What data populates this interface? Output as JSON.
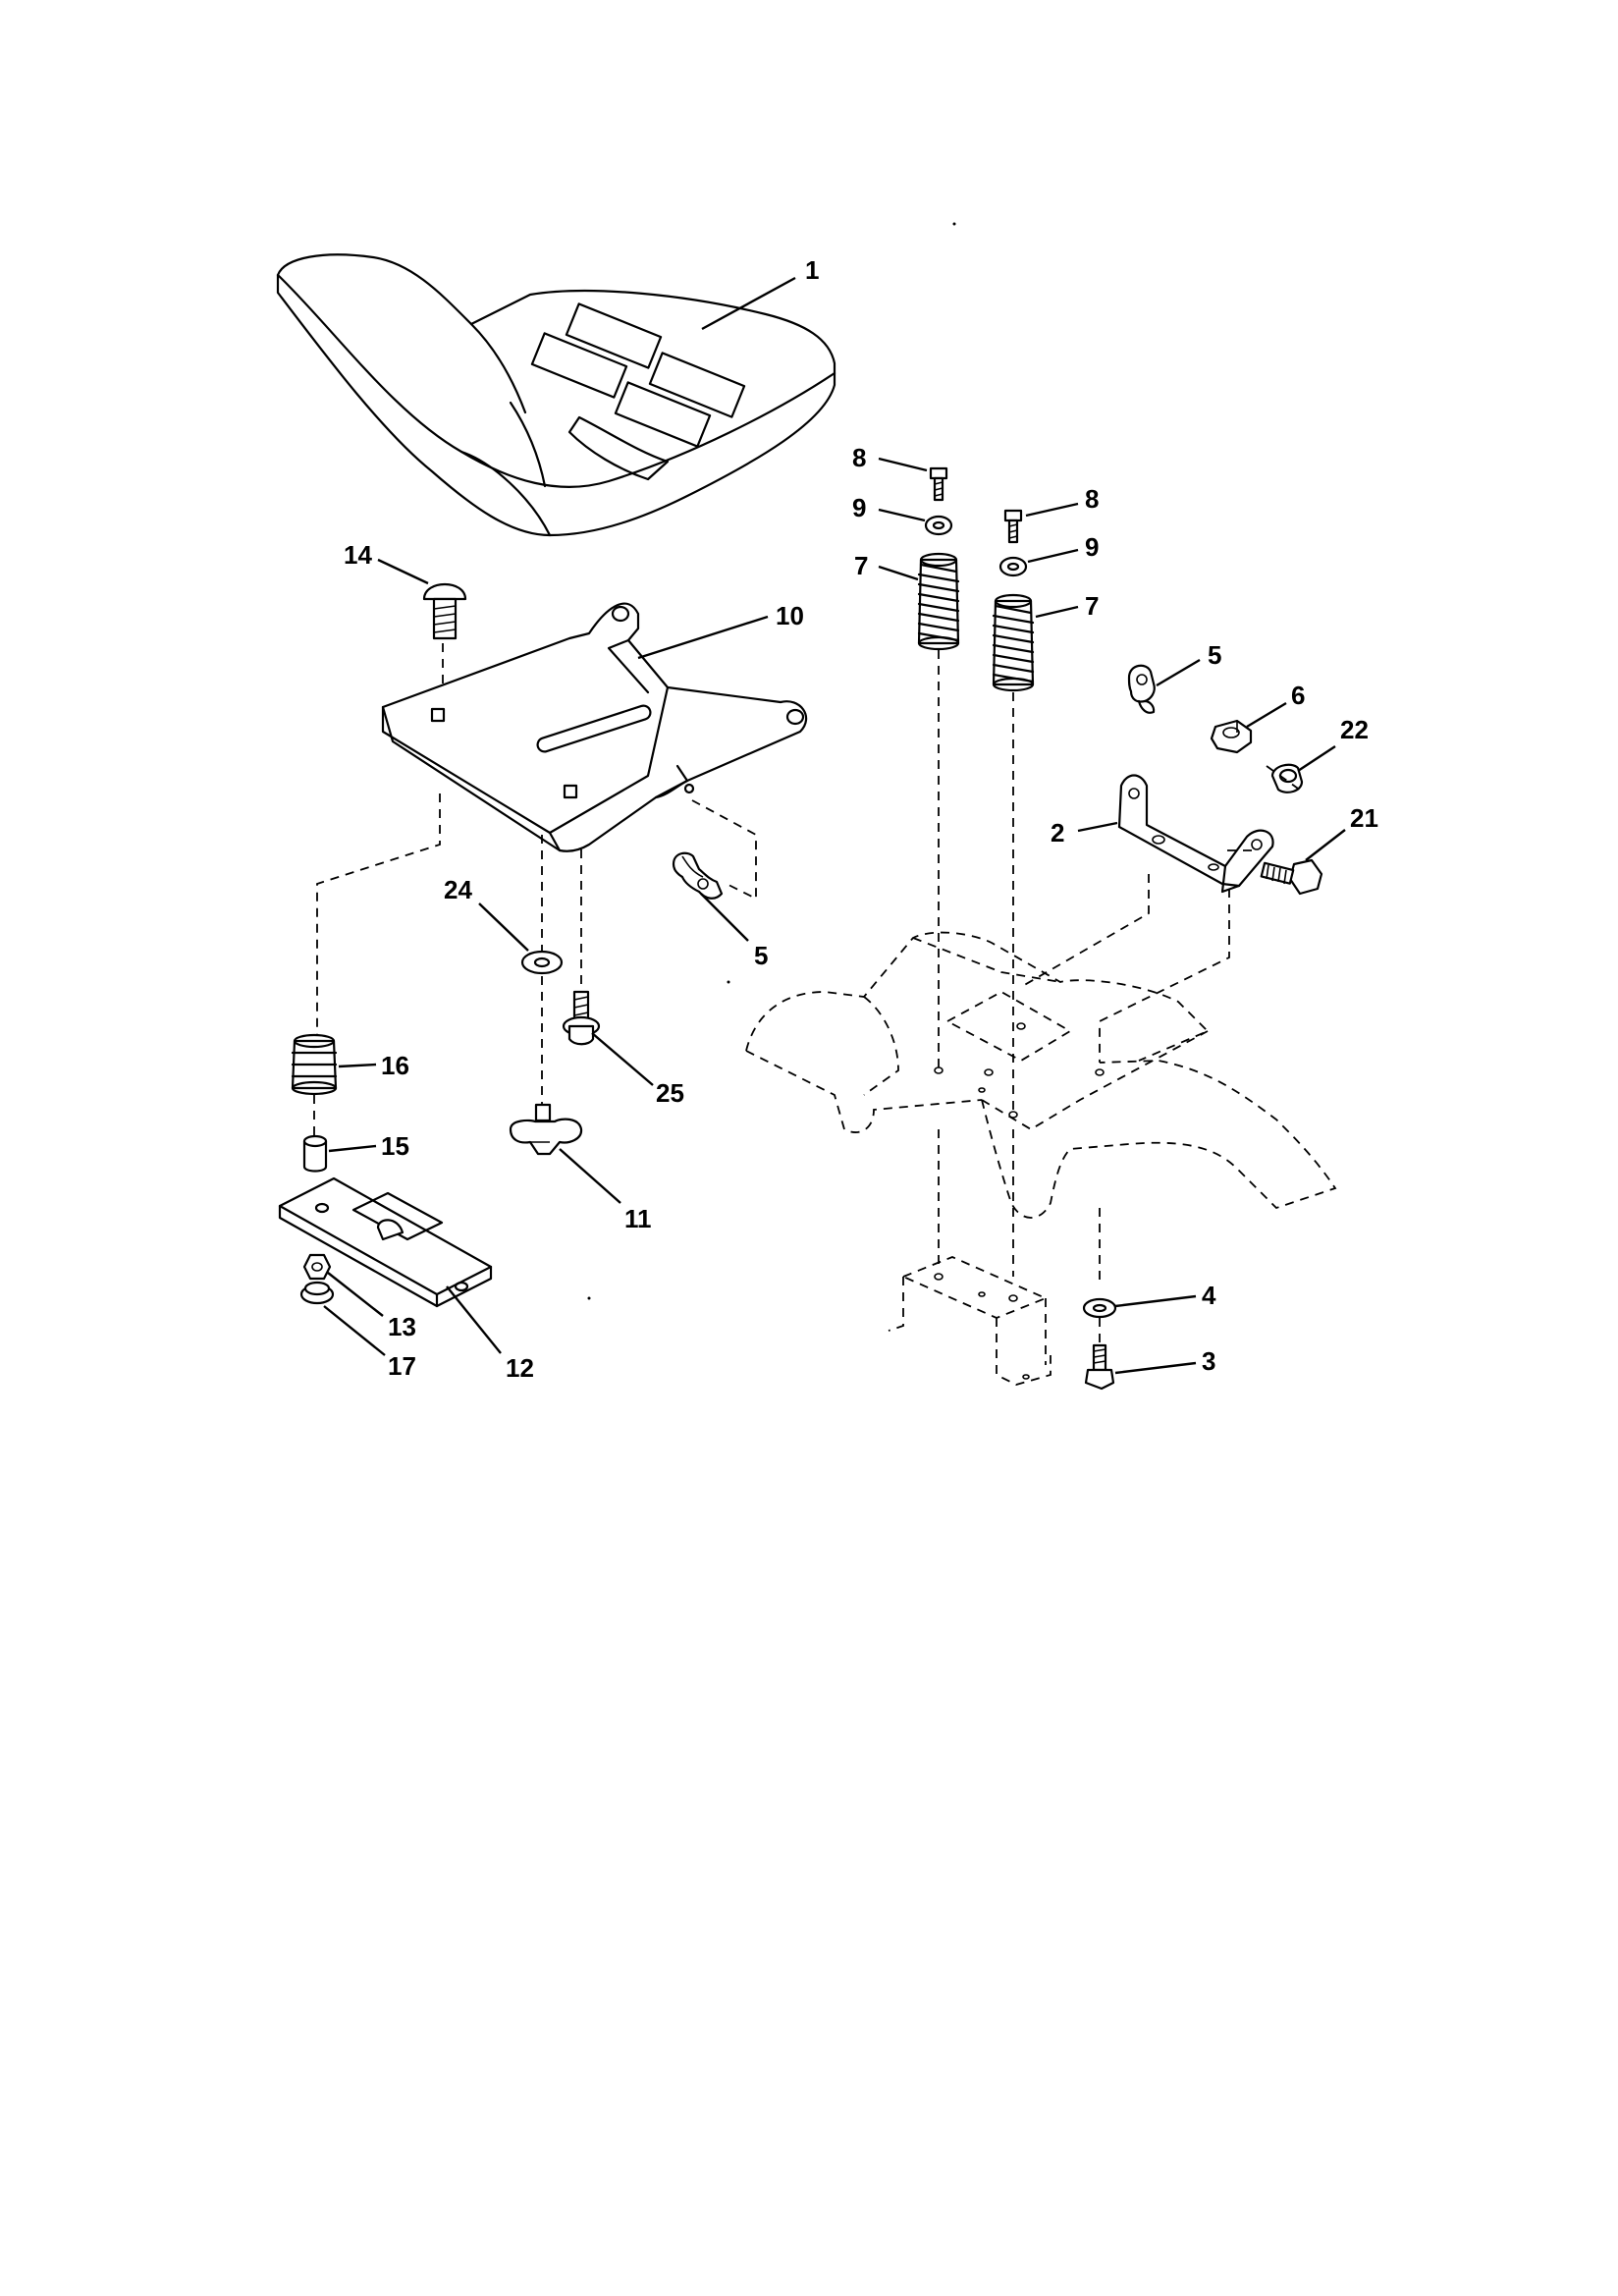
{
  "diagram": {
    "callouts": {
      "c1": "1",
      "c2": "2",
      "c3": "3",
      "c4": "4",
      "c5a": "5",
      "c5b": "5",
      "c6": "6",
      "c7a": "7",
      "c7b": "7",
      "c8a": "8",
      "c8b": "8",
      "c9a": "9",
      "c9b": "9",
      "c10": "10",
      "c11": "11",
      "c12": "12",
      "c13": "13",
      "c14": "14",
      "c15": "15",
      "c16": "16",
      "c17": "17",
      "c21": "21",
      "c22": "22",
      "c24": "24",
      "c25": "25"
    },
    "parts": [
      {
        "id": "1",
        "icon": "seat-icon"
      },
      {
        "id": "2",
        "icon": "bracket-icon"
      },
      {
        "id": "3",
        "icon": "bolt-icon"
      },
      {
        "id": "4",
        "icon": "washer-icon"
      },
      {
        "id": "5",
        "icon": "clip-icon"
      },
      {
        "id": "6",
        "icon": "nut-icon"
      },
      {
        "id": "7",
        "icon": "spring-icon"
      },
      {
        "id": "8",
        "icon": "screw-icon"
      },
      {
        "id": "9",
        "icon": "washer-icon"
      },
      {
        "id": "10",
        "icon": "seat-pan-icon"
      },
      {
        "id": "11",
        "icon": "knob-icon"
      },
      {
        "id": "12",
        "icon": "slide-plate-icon"
      },
      {
        "id": "13",
        "icon": "nut-icon"
      },
      {
        "id": "14",
        "icon": "carriage-bolt-icon"
      },
      {
        "id": "15",
        "icon": "spacer-icon"
      },
      {
        "id": "16",
        "icon": "spring-icon"
      },
      {
        "id": "17",
        "icon": "nut-icon"
      },
      {
        "id": "21",
        "icon": "bolt-icon"
      },
      {
        "id": "22",
        "icon": "nut-icon"
      },
      {
        "id": "24",
        "icon": "washer-icon"
      },
      {
        "id": "25",
        "icon": "bolt-icon"
      }
    ]
  }
}
